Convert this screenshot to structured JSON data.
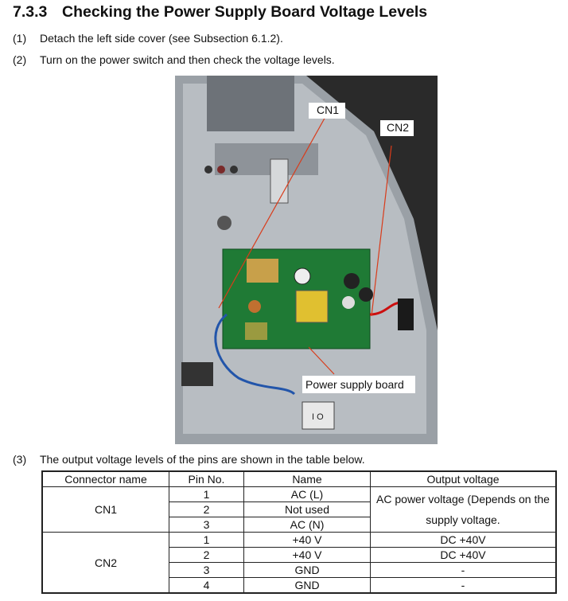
{
  "section": {
    "number": "7.3.3",
    "title": "Checking the Power Supply Board Voltage Levels"
  },
  "steps": [
    {
      "num": "(1)",
      "text": "Detach the left side cover (see Subsection 6.1.2)."
    },
    {
      "num": "(2)",
      "text": "Turn on the power switch and then check the voltage levels."
    },
    {
      "num": "(3)",
      "text": "The output voltage levels of the pins are shown in the table below."
    }
  ],
  "photo": {
    "labels": {
      "cn1": "CN1",
      "cn2": "CN2",
      "board": "Power supply board"
    }
  },
  "table": {
    "headers": [
      "Connector name",
      "Pin No.",
      "Name",
      "Output voltage"
    ],
    "groups": [
      {
        "connector": "CN1",
        "rows": [
          {
            "pin": "1",
            "name": "AC (L)"
          },
          {
            "pin": "2",
            "name": "Not used"
          },
          {
            "pin": "3",
            "name": "AC (N)"
          }
        ],
        "shared_output": "AC power voltage (Depends on the supply voltage."
      },
      {
        "connector": "CN2",
        "rows": [
          {
            "pin": "1",
            "name": "+40 V",
            "output": "DC +40V"
          },
          {
            "pin": "2",
            "name": "+40 V",
            "output": "DC +40V"
          },
          {
            "pin": "3",
            "name": "GND",
            "output": "-"
          },
          {
            "pin": "4",
            "name": "GND",
            "output": "-"
          }
        ]
      }
    ]
  }
}
